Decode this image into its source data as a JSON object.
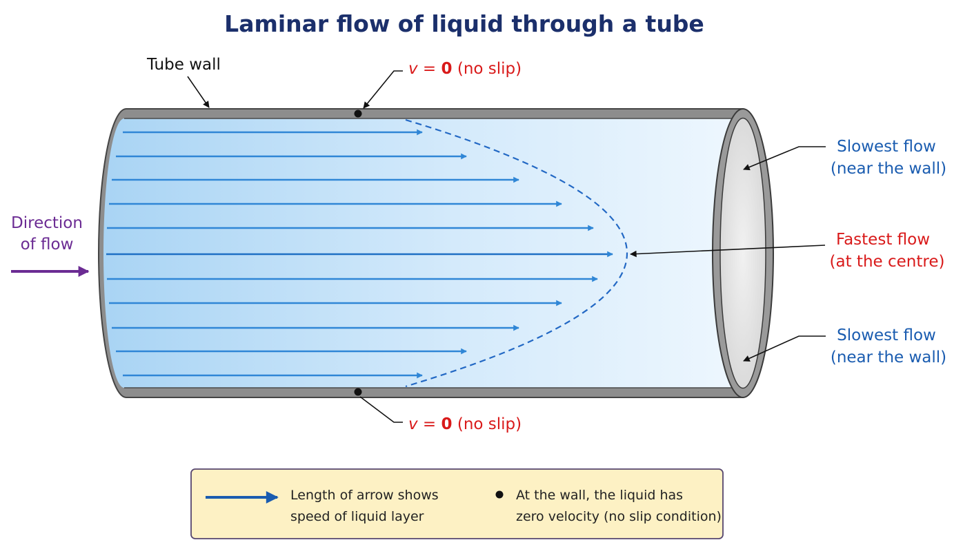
{
  "title": "Laminar flow of liquid through a tube",
  "labels": {
    "tube_wall": "Tube wall",
    "v_symbol": "v",
    "v_equals": " = ",
    "v_zero": "0",
    "no_slip": " (no slip)",
    "direction_line1": "Direction",
    "direction_line2": "of flow",
    "slowest_top_line1": "Slowest flow",
    "slowest_top_line2": "(near the wall)",
    "fastest_line1": "Fastest flow",
    "fastest_line2": "(at the centre)",
    "slowest_bottom_line1": "Slowest flow",
    "slowest_bottom_line2": "(near the wall)"
  },
  "legend": {
    "arrow_line1": "Length of arrow shows",
    "arrow_line2": "speed of liquid layer",
    "dot_line1": "At the wall, the liquid has",
    "dot_line2": "zero velocity (no slip condition)"
  },
  "colors": {
    "title": "#1b2f6b",
    "red": "#d91a1a",
    "blue": "#1a5cb0",
    "purple": "#6b2b93",
    "flow_arrow": "#2f86d6",
    "tube_wall": "#8a8a8a",
    "legend_bg": "#fdf1c4"
  }
}
